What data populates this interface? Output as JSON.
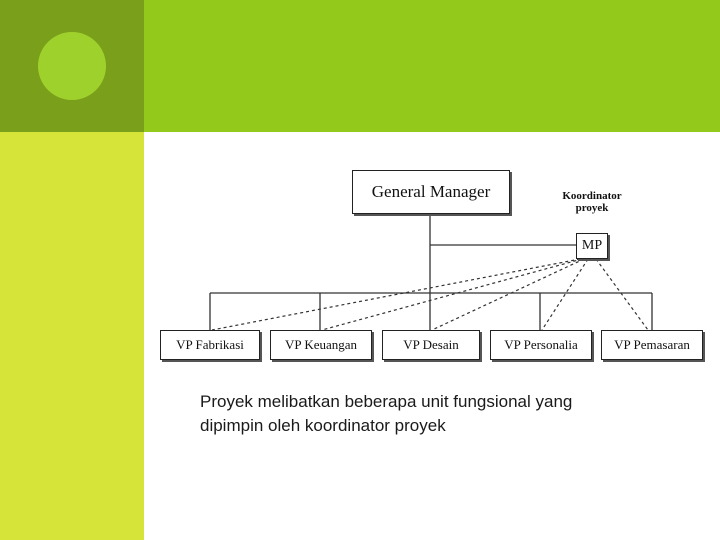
{
  "slide": {
    "colors": {
      "top_band": "#93c91a",
      "top_left_band": "#7a9f1a",
      "left_band": "#d6e43a",
      "circle": "#9fd12d"
    }
  },
  "org_chart": {
    "general_manager": "General Manager",
    "coordinator_label": [
      "Koordinator",
      "proyek"
    ],
    "mp": "MP",
    "vps": [
      "VP Fabrikasi",
      "VP Keuangan",
      "VP Desain",
      "VP Personalia",
      "VP Pemasaran"
    ]
  },
  "caption": {
    "line1": "Proyek melibatkan beberapa unit fungsional yang",
    "line2": "dipimpin oleh koordinator proyek"
  }
}
